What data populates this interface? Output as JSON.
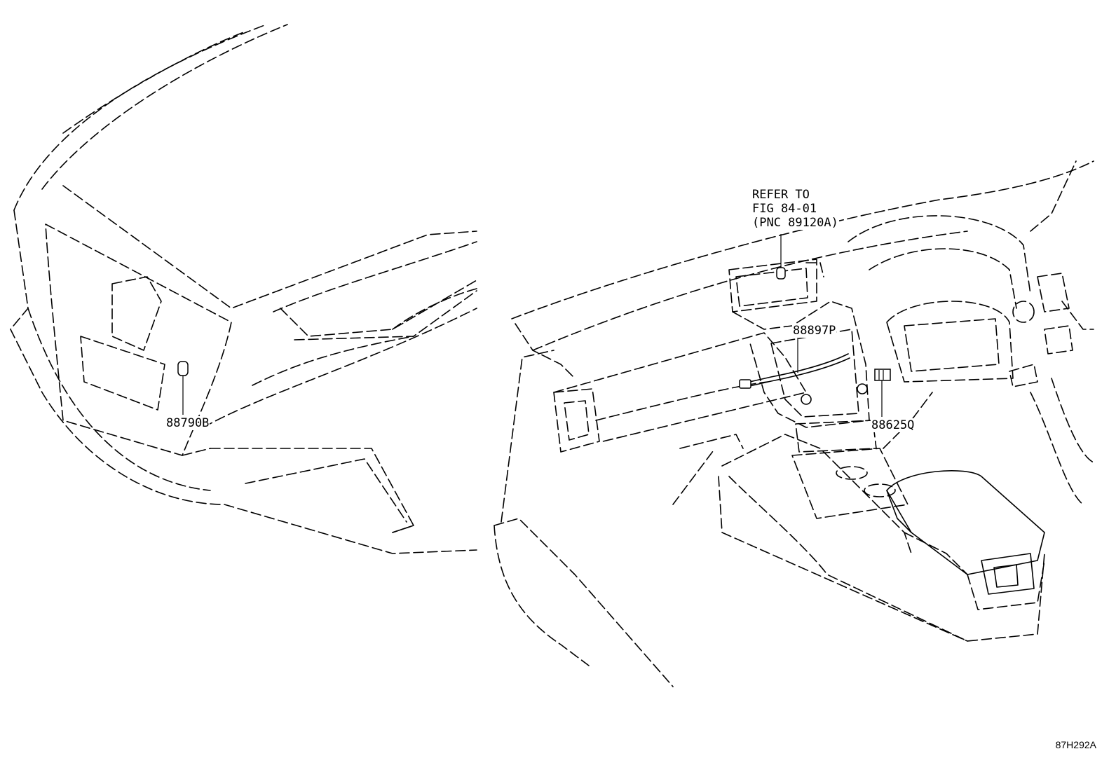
{
  "callouts": {
    "part_88790B": "88790B",
    "part_88897P": "88897P",
    "part_88625Q": "88625Q",
    "refer_line1": "REFER TO",
    "refer_line2": "FIG 84-01",
    "refer_line3": "(PNC 89120A)"
  },
  "figure_code": "87H292A"
}
